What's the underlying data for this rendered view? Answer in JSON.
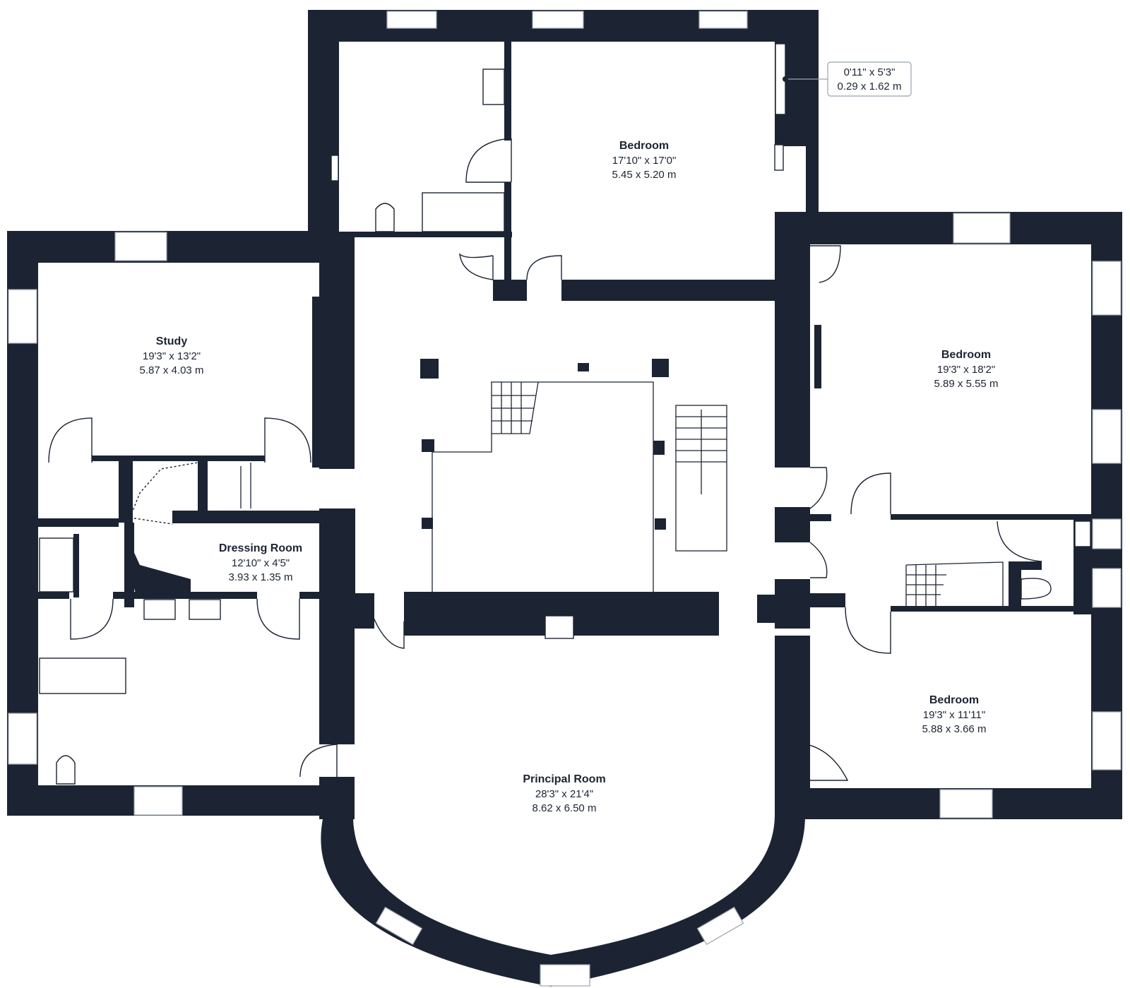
{
  "floor_plan": {
    "rooms": [
      {
        "id": "bedroom-1",
        "name": "Bedroom",
        "dims_imperial": "17'10\" x 17'0\"",
        "dims_metric": "5.45 x 5.20 m"
      },
      {
        "id": "study",
        "name": "Study",
        "dims_imperial": "19'3\" x 13'2\"",
        "dims_metric": "5.87 x 4.03 m"
      },
      {
        "id": "bedroom-2",
        "name": "Bedroom",
        "dims_imperial": "19'3\" x 18'2\"",
        "dims_metric": "5.89 x 5.55 m"
      },
      {
        "id": "dressing-room",
        "name": "Dressing Room",
        "dims_imperial": "12'10\" x 4'5\"",
        "dims_metric": "3.93 x 1.35 m"
      },
      {
        "id": "bedroom-3",
        "name": "Bedroom",
        "dims_imperial": "19'3\" x 11'11\"",
        "dims_metric": "5.88 x 3.66 m"
      },
      {
        "id": "principal-room",
        "name": "Principal Room",
        "dims_imperial": "28'3\" x 21'4\"",
        "dims_metric": "8.62 x 6.50 m"
      }
    ],
    "callout": {
      "dims_imperial": "0'11\" x 5'3\"",
      "dims_metric": "0.29 x 1.62 m"
    },
    "colors": {
      "wall": "#1c2433",
      "window_frame": "#9aa3ad",
      "background": "#ffffff"
    }
  }
}
